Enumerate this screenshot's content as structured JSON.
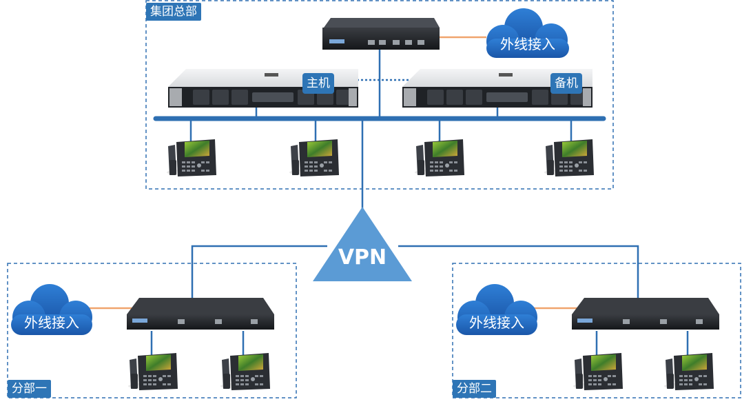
{
  "zones": {
    "hq": "集团总部",
    "branch1": "分部一",
    "branch2": "分部二"
  },
  "servers": {
    "primary": "主机",
    "backup": "备机"
  },
  "external": {
    "hq": "外线接入",
    "branch1": "外线接入",
    "branch2": "外线接入"
  },
  "vpn": "VPN",
  "colors": {
    "accent": "#2e75b6",
    "line": "#2e6fb2",
    "dash": "#2e6fb2",
    "wan": "#f0a46c",
    "vpn": "#5b9bd5"
  }
}
